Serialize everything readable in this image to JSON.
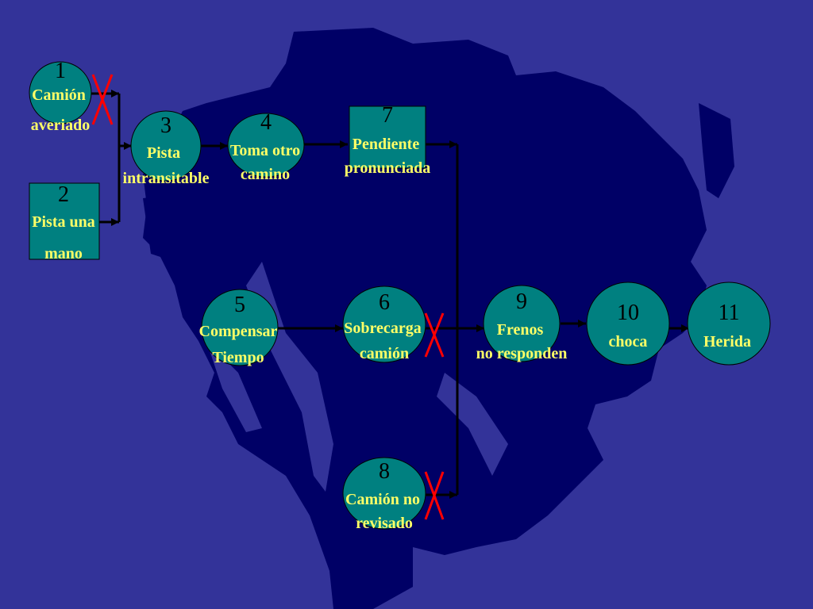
{
  "colors": {
    "background": "#333399",
    "tree": "#000066",
    "node_fill": "#008080",
    "node_label": "#ffff66",
    "node_number": "#000000",
    "cross": "#ff0000",
    "connector": "#000000"
  },
  "nodes": [
    {
      "id": "1",
      "shape": "circle",
      "number": "1",
      "lines": [
        "Camión",
        "averiado"
      ]
    },
    {
      "id": "2",
      "shape": "rect",
      "number": "2",
      "lines": [
        "Pista una",
        "mano"
      ]
    },
    {
      "id": "3",
      "shape": "circle",
      "number": "3",
      "lines": [
        "Pista",
        "intransitable"
      ]
    },
    {
      "id": "4",
      "shape": "circle",
      "number": "4",
      "lines": [
        "Toma otro",
        "camino"
      ]
    },
    {
      "id": "7",
      "shape": "rect",
      "number": "7",
      "lines": [
        "Pendiente",
        "pronunciada"
      ]
    },
    {
      "id": "5",
      "shape": "circle",
      "number": "5",
      "lines": [
        "Compensar",
        "Tiempo"
      ]
    },
    {
      "id": "6",
      "shape": "circle",
      "number": "6",
      "lines": [
        "Sobrecarga",
        "camión"
      ]
    },
    {
      "id": "8",
      "shape": "circle",
      "number": "8",
      "lines": [
        "Camión no",
        "revisado"
      ]
    },
    {
      "id": "9",
      "shape": "circle",
      "number": "9",
      "lines": [
        "Frenos",
        "no responden"
      ]
    },
    {
      "id": "10",
      "shape": "circle",
      "number": "10",
      "lines": [
        "choca"
      ]
    },
    {
      "id": "11",
      "shape": "circle",
      "number": "11",
      "lines": [
        "Herida"
      ]
    }
  ],
  "blocked_links": [
    "1-3",
    "6-9",
    "8-9"
  ]
}
